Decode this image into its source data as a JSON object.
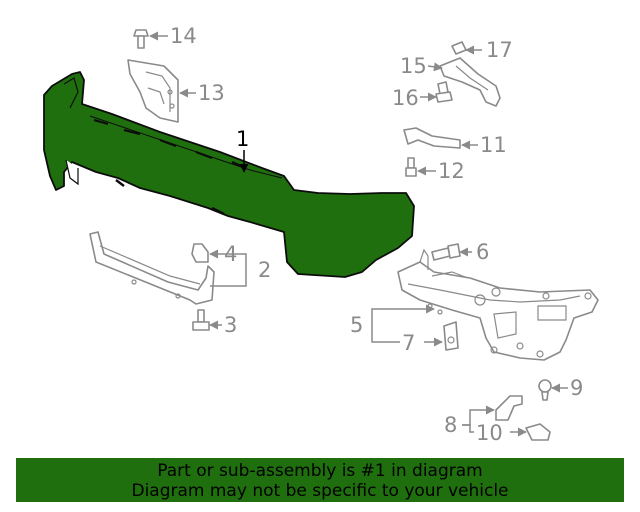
{
  "callouts": {
    "c1": "1",
    "c2": "2",
    "c3": "3",
    "c4": "4",
    "c5": "5",
    "c6": "6",
    "c7": "7",
    "c8": "8",
    "c9": "9",
    "c10": "10",
    "c11": "11",
    "c12": "12",
    "c13": "13",
    "c14": "14",
    "c15": "15",
    "c16": "16",
    "c17": "17"
  },
  "highlight_color": "#1f6f0f",
  "banner": {
    "line1": "Part or sub-assembly is #1 in diagram",
    "line2": "Diagram may not be specific to your vehicle"
  }
}
